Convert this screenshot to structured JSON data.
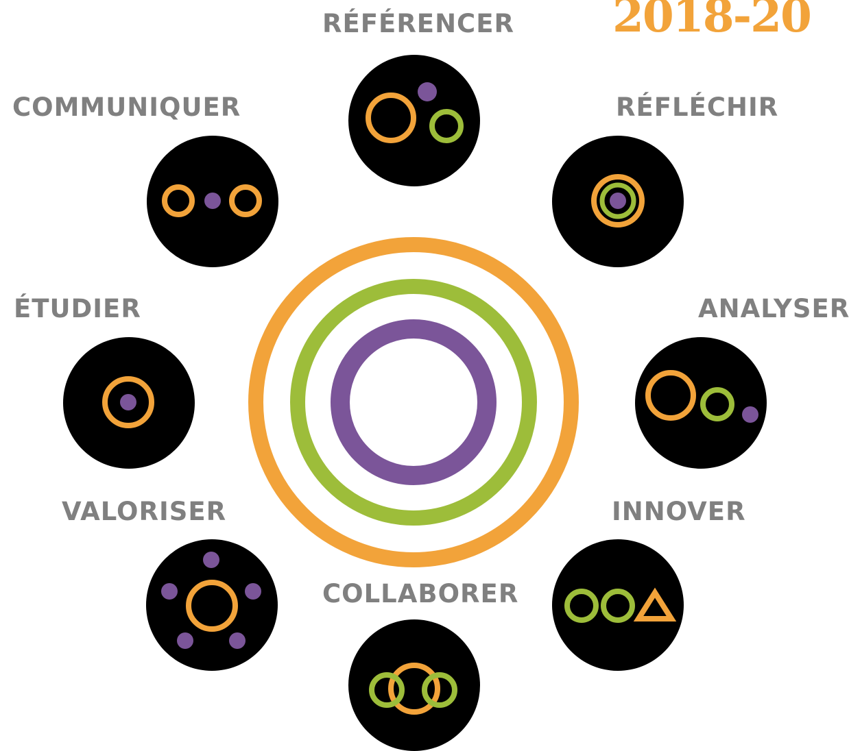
{
  "year": "2018-20",
  "labels": {
    "referencer": "RÉFÉRENCER",
    "reflechir": "RÉFLÉCHIR",
    "analyser": "ANALYSER",
    "innover": "INNOVER",
    "collaborer": "COLLABORER",
    "valoriser": "VALORISER",
    "etudier": "ÉTUDIER",
    "communiquer": "COMMUNIQUER"
  },
  "colors": {
    "orange": "#F2A33A",
    "green": "#9DBD3A",
    "purple": "#7B5599",
    "black": "#000000",
    "label_gray": "#808080"
  }
}
